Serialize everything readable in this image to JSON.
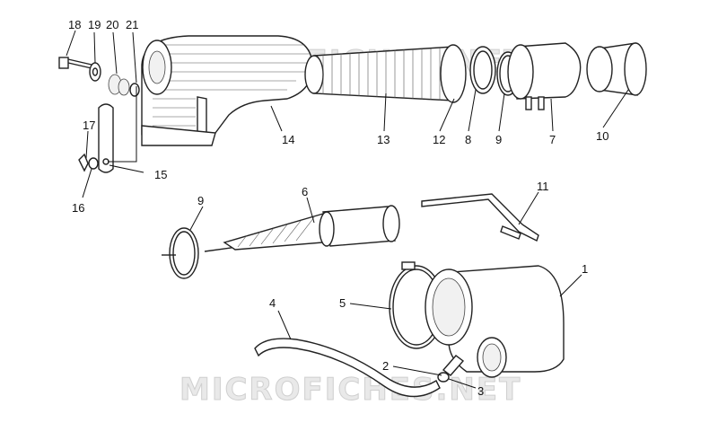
{
  "watermark": {
    "top": "MICROFICHES.NET",
    "bottom": "MICROFICHES.NET"
  },
  "callouts": {
    "c1": "1",
    "c2": "2",
    "c3": "3",
    "c4": "4",
    "c5": "5",
    "c6": "6",
    "c7": "7",
    "c8": "8",
    "c9a": "9",
    "c9b": "9",
    "c10": "10",
    "c11": "11",
    "c12": "12",
    "c13": "13",
    "c14": "14",
    "c15": "15",
    "c16": "16",
    "c17": "17",
    "c18": "18",
    "c19": "19",
    "c20": "20",
    "c21": "21"
  }
}
